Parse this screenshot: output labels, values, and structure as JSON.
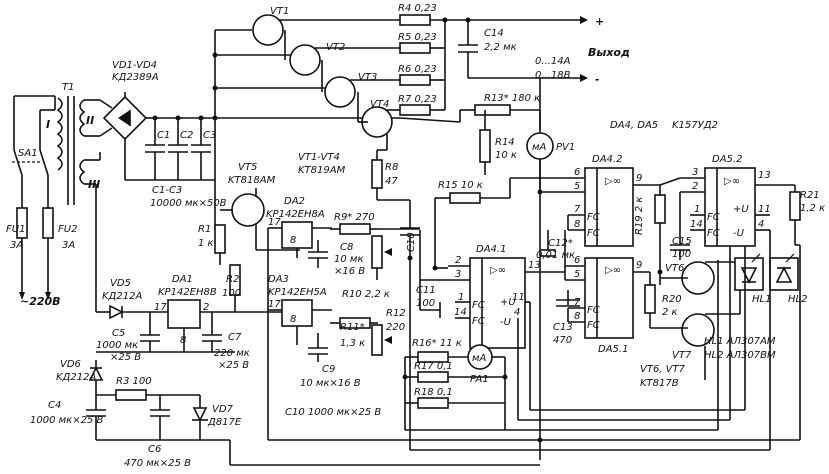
{
  "sw": {
    "sa1": "SA1"
  },
  "fuses": {
    "fu1": "FU1",
    "fu1_val": "3A",
    "fu2": "FU2",
    "fu2_val": "3A"
  },
  "mains": "~220B",
  "transformer": {
    "name": "T1",
    "w1": "I",
    "w2": "II",
    "w3": "III"
  },
  "bridge": {
    "name": "VD1-VD4",
    "type": "KД2389A"
  },
  "caps_main": {
    "c1": "C1",
    "c2": "C2",
    "c3": "C3",
    "range": "C1-C3",
    "value": "10000 мк×50В"
  },
  "transistors": {
    "vt1": "VT1",
    "vt2": "VT2",
    "vt3": "VT3",
    "vt4": "VT4",
    "group": "VT1-VT4",
    "group_type": "KT819AM",
    "vt5": "VT5",
    "vt5_type": "KT818AM",
    "vt6": "VT6",
    "vt7": "VT7",
    "vt67": "VT6, VT7",
    "vt67_type": "KT817B"
  },
  "resistors": {
    "r4": "R4 0,23",
    "r5": "R5 0,23",
    "r6": "R6 0,23",
    "r7": "R7 0,23",
    "r8": "R8",
    "r8_val": "47",
    "r13": "R13* 180 к",
    "r14": "R14",
    "r14_val": "10 к",
    "r15": "R15 10 к",
    "r1": "R1",
    "r1_val": "1 к",
    "r2": "R2",
    "r2_val": "100",
    "r9": "R9* 270",
    "r10": "R10 2,2 к",
    "r11": "R11*",
    "r11_val": "1,3 к",
    "r12": "R12",
    "r12_val": "220",
    "r16": "R16* 11 к",
    "r17": "R17 0,1",
    "r18": "R18 0,1",
    "r19": "R19 2 к",
    "r20": "R20",
    "r20_val": "2 к",
    "r21": "R21",
    "r21_val": "1,2 к",
    "r3": "R3 100"
  },
  "caps": {
    "c14": "C14",
    "c14_val": "2,2 мк",
    "c8": "C8",
    "c8_val1": "10 мк",
    "c8_val2": "×16 В",
    "c10": "C10",
    "c10_note": "C10 1000 мк×25 В",
    "c9": "C9",
    "c9_val": "10 мк×16 В",
    "c11": "C11",
    "c11_val": "100",
    "c12": "C12*",
    "c12_val": "0,01 мк",
    "c13": "C13",
    "c13_val": "470",
    "c15": "C15",
    "c15_val": "100",
    "c5": "C5",
    "c5_val1": "1000 мк",
    "c5_val2": "×25 В",
    "c7": "C7",
    "c7_val1": "220 мк",
    "c7_val2": "×25 В",
    "c4": "C4",
    "c4_val": "1000 мк×25 В",
    "c6": "C6",
    "c6_val": "470 мк×25 В"
  },
  "ics": {
    "da1": "DA1",
    "da1_type": "KP142EH8B",
    "da2": "DA2",
    "da2_type": "KP142EH8A",
    "da3": "DA3",
    "da3_type": "KP142EH5A",
    "da41": "DA4.1",
    "da42": "DA4.2",
    "da51": "DA5.1",
    "da52": "DA5.2",
    "da45": "DA4, DA5",
    "da45_type": "K157УД2",
    "fc": "FC",
    "plus_u": "+U",
    "minus_u": "-U",
    "oo": "▷∞"
  },
  "diodes": {
    "vd5": "VD5",
    "vd5_type": "KД212A",
    "vd6": "VD6",
    "vd6_type": "KД212A",
    "vd7": "VD7",
    "vd7_type": "Д817E"
  },
  "meters": {
    "pv1": "PV1",
    "pa1": "PA1",
    "pv_sym": "мA",
    "pa_sym": "мA"
  },
  "leds": {
    "hl1": "HL1",
    "hl2": "HL2",
    "hl1_type": "HL1 АЛ307AM",
    "hl2_type": "HL2 АЛ307BM"
  },
  "output": {
    "plus": "+",
    "minus": "-",
    "label": "Выход",
    "range1": "0...14A",
    "range2": "0...18B"
  },
  "pins": {
    "p6": "6",
    "p5": "5",
    "p7": "7",
    "p8": "8",
    "p9": "9",
    "p2": "2",
    "p3": "3",
    "p1": "1",
    "p14": "14",
    "p13": "13",
    "p11": "11",
    "p4": "4",
    "p17": "17"
  }
}
